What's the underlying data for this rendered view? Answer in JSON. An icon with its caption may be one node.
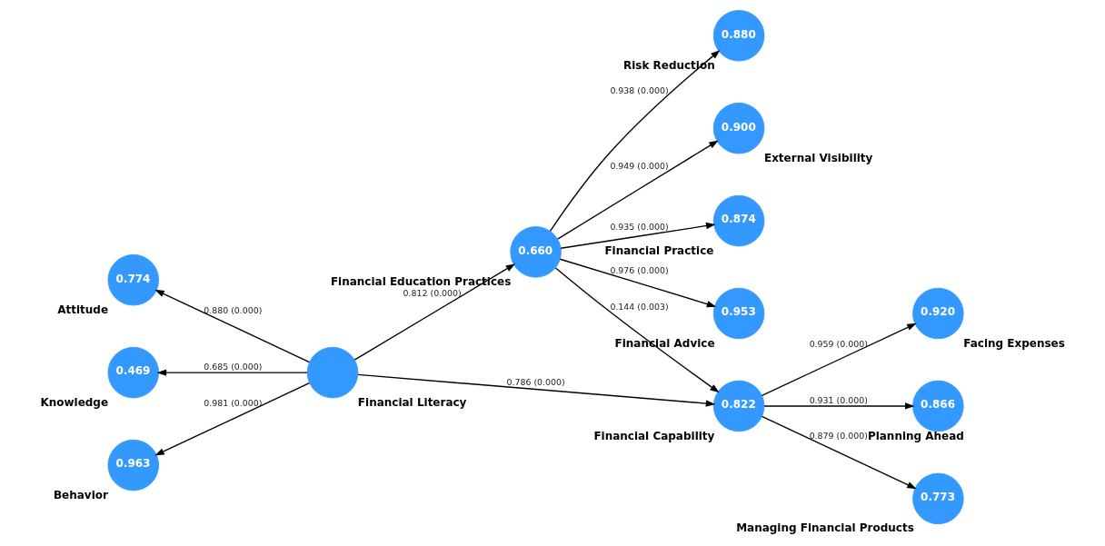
{
  "diagram": {
    "nodes": [
      {
        "text": [
          "Financial Literacy"
        ]
      },
      {
        "text": [
          "0.774",
          "Attitude"
        ]
      },
      {
        "text": [
          "0.469",
          "Knowledge"
        ]
      },
      {
        "text": [
          "0.963",
          "Behavior"
        ]
      },
      {
        "text": [
          "0.660",
          "Financial Education Practices"
        ]
      },
      {
        "text": [
          "0.880",
          "Risk Reduction"
        ]
      },
      {
        "text": [
          "0.900",
          "External Visibility"
        ]
      },
      {
        "text": [
          "0.874",
          "Financial Practice"
        ]
      },
      {
        "text": [
          "0.953",
          "Financial Advice"
        ]
      },
      {
        "text": [
          "0.822",
          "Financial Capability"
        ]
      },
      {
        "text": [
          "0.920",
          "Facing Expenses"
        ]
      },
      {
        "text": [
          "0.866",
          "Planning Ahead"
        ]
      },
      {
        "text": [
          "0.773",
          "Managing Financial Products"
        ]
      }
    ],
    "edges": [
      {
        "from": 0,
        "to": 1,
        "arrow": "to",
        "label": "0.880 (0.000)"
      },
      {
        "from": 0,
        "to": 2,
        "arrow": "to",
        "label": "0.685 (0.000)"
      },
      {
        "from": 0,
        "to": 3,
        "arrow": "to",
        "label": "0.981 (0.000)"
      },
      {
        "from": 0,
        "to": 4,
        "arrow": "to",
        "label": "0.812 (0.000)"
      },
      {
        "from": 0,
        "to": 9,
        "arrow": "to",
        "label": "0.786 (0.000)"
      },
      {
        "from": 4,
        "to": 5,
        "arrow": "to",
        "label": "0.938 (0.000)"
      },
      {
        "from": 4,
        "to": 6,
        "arrow": "to",
        "label": "0.949 (0.000)"
      },
      {
        "from": 4,
        "to": 7,
        "arrow": "to",
        "label": "0.935 (0.000)"
      },
      {
        "from": 4,
        "to": 8,
        "arrow": "to",
        "label": "0.976 (0.000)"
      },
      {
        "from": 4,
        "to": 9,
        "arrow": "to",
        "label": "0.144 (0.003)"
      },
      {
        "from": 9,
        "to": 10,
        "arrow": "to",
        "label": "0.959 (0.000)"
      },
      {
        "from": 9,
        "to": 11,
        "arrow": "to",
        "label": "0.931 (0.000)"
      },
      {
        "from": 9,
        "to": 12,
        "arrow": "to",
        "label": "0.879 (0.000)"
      }
    ]
  }
}
